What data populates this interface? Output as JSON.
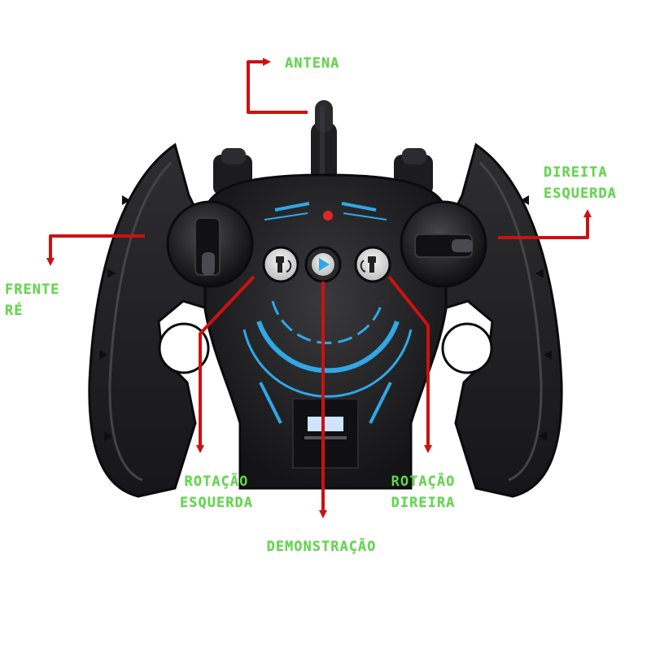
{
  "colors": {
    "label_green": "#62d84a",
    "arrow_red": "#cc1111",
    "accent_blue": "#2fa8e6",
    "body_black": "#1b1b1d"
  },
  "labels": {
    "antena": "ANTENA",
    "direita": "DIREITA",
    "esquerda_right": "ESQUERDA",
    "frente": "FRENTE",
    "re": "RÉ",
    "rotacao_esq_line1": "ROTAÇÃO",
    "rotacao_esq_line2": "ESQUERDA",
    "rotacao_dir_line1": "ROTAÇÃO",
    "rotacao_dir_line2": "DIREIRA",
    "demonstracao": "DEMONSTRAÇÃO"
  },
  "icons": {
    "left_button": "robot-spin-left-icon",
    "center_button": "play-icon",
    "right_button": "robot-spin-right-icon"
  }
}
